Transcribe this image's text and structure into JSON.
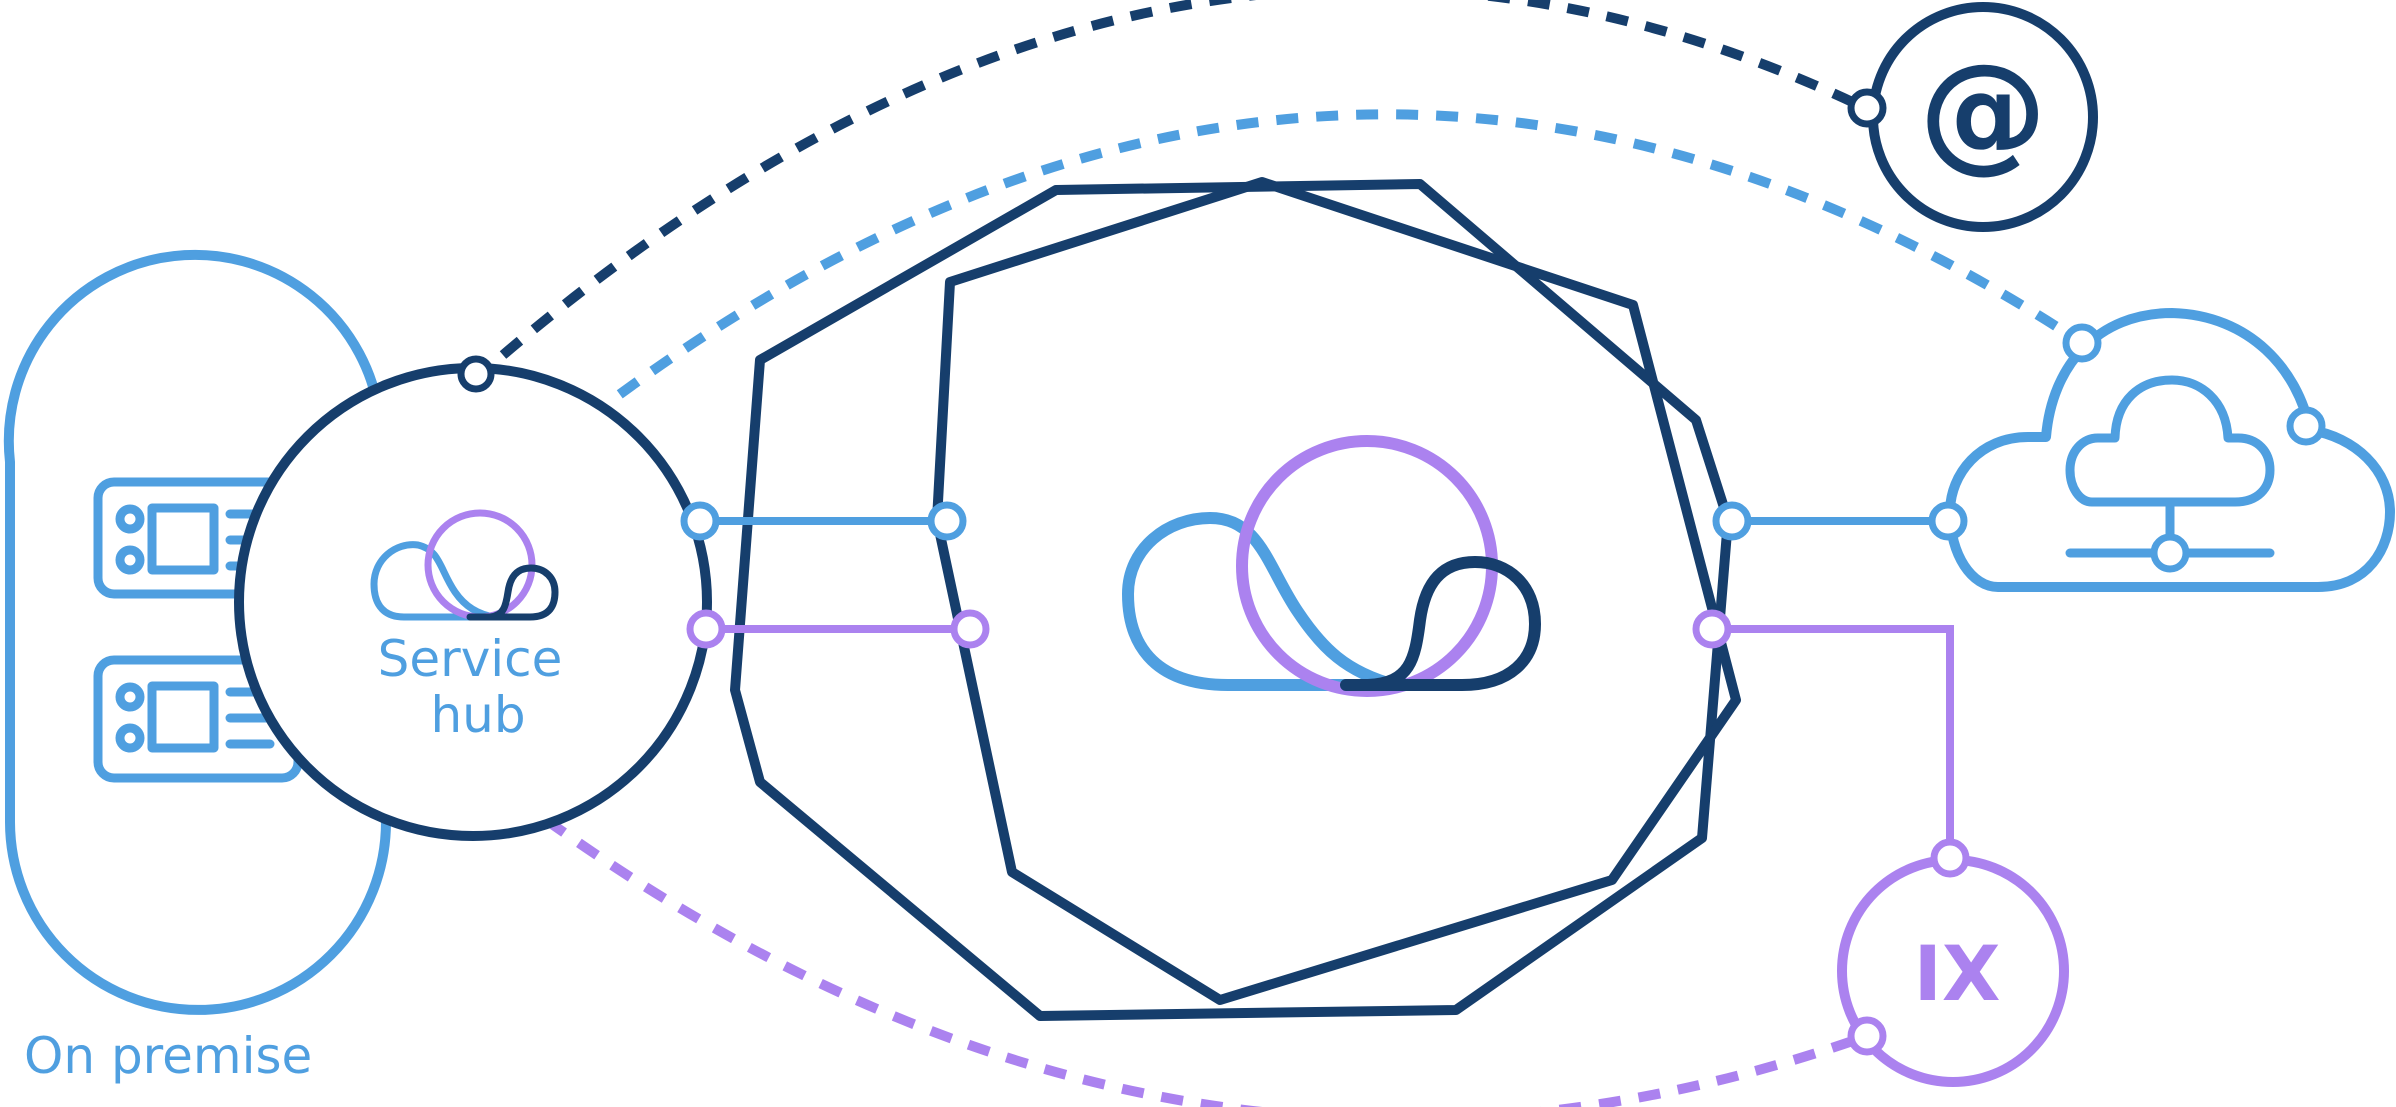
{
  "colors": {
    "dark_blue": "#163e6c",
    "light_blue": "#4f9fe0",
    "purple": "#ab82ef",
    "background": "#ffffff"
  },
  "labels": {
    "on_premise": "On premise",
    "service_hub_line1": "Service",
    "service_hub_line2": "hub",
    "email": "@",
    "ix": "IX"
  },
  "icons": [
    "server-rack-icon",
    "service-hub-cloud-icon",
    "core-cloud-icon",
    "cloud-network-icon",
    "email-at-icon"
  ]
}
